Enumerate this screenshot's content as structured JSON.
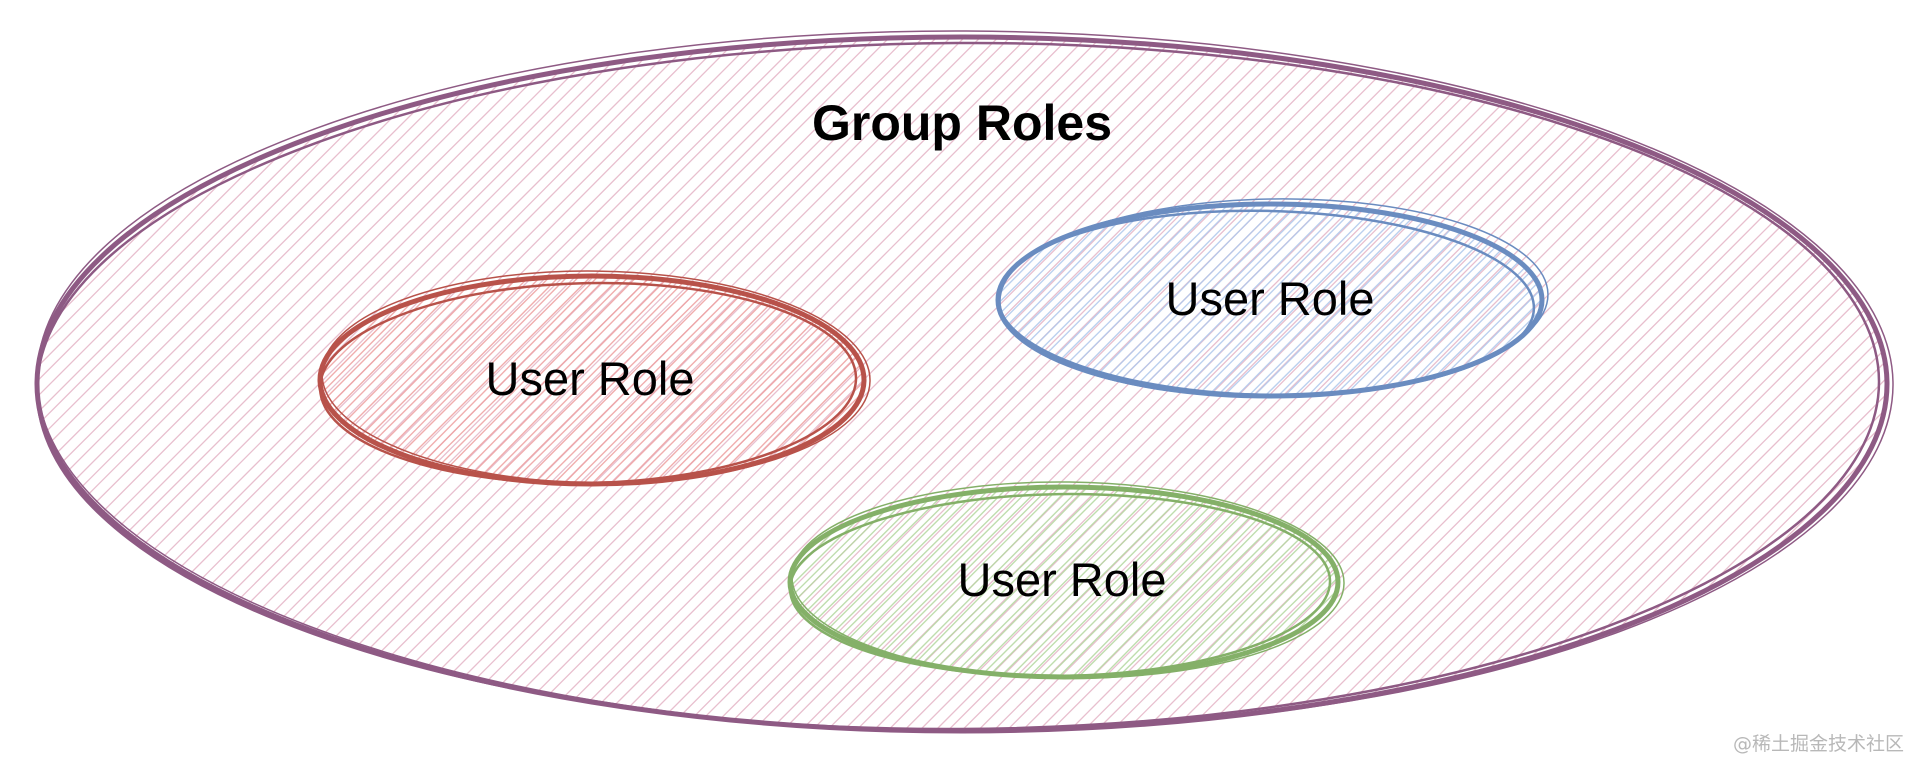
{
  "group": {
    "title": "Group Roles",
    "stroke_color": "#8e5a84",
    "hatch_color": "#e4b4c6"
  },
  "roles": [
    {
      "label": "User Role",
      "stroke_color": "#b8524a",
      "hatch_color": "#eea0a0"
    },
    {
      "label": "User Role",
      "stroke_color": "#6a8cc0",
      "hatch_color": "#b0c8ec"
    },
    {
      "label": "User Role",
      "stroke_color": "#84b068",
      "hatch_color": "#b4d8a0"
    }
  ],
  "watermark": "@稀土掘金技术社区"
}
